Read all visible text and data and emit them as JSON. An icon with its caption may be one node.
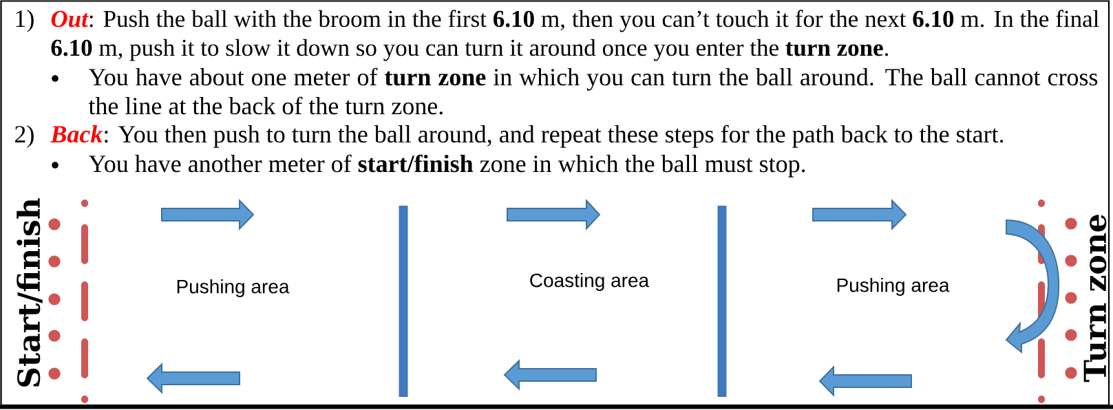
{
  "diagram": {
    "labels": [
      "1)",
      "*Out*: Push the ball with the broom in the first **6.10** m, then you can’t touch it for the next **6.10** m. In the final **6.10** m, push it to slow it down so you can turn it around once you enter the **turn zone**.",
      "You have about one meter of **turn zone** in which you can turn the ball around. The ball cannot cross the line at the back of the turn zone.",
      "2)",
      "*Back*: You then push to turn the ball around, and repeat these steps for the path back to the start.",
      "You have another meter of **start/finish** zone in which the ball must stop.",
      "Start/finish",
      "Pushing area",
      "Coasting area",
      "Pushing area",
      "Turn zone"
    ]
  }
}
